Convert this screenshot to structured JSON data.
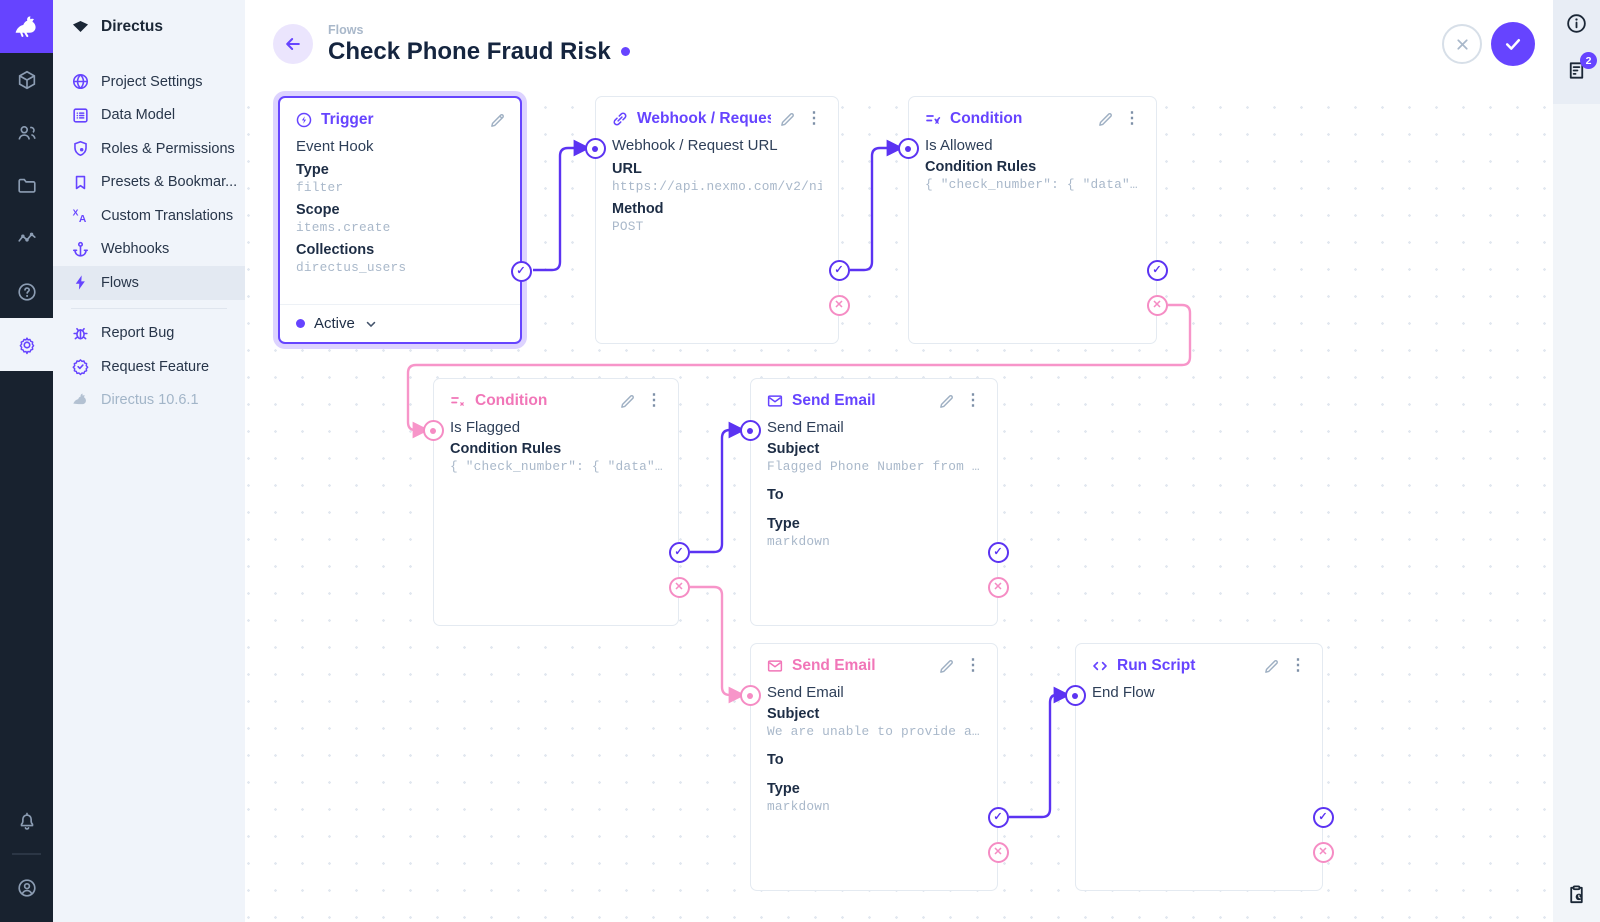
{
  "brand": {
    "name": "Directus"
  },
  "sidebar": {
    "title": "Directus",
    "items": [
      {
        "label": "Project Settings",
        "icon": "globe-icon"
      },
      {
        "label": "Data Model",
        "icon": "list-alt-icon"
      },
      {
        "label": "Roles & Permissions",
        "icon": "shield-icon"
      },
      {
        "label": "Presets & Bookmar...",
        "icon": "bookmark-icon"
      },
      {
        "label": "Custom Translations",
        "icon": "translate-icon"
      },
      {
        "label": "Webhooks",
        "icon": "anchor-icon"
      },
      {
        "label": "Flows",
        "icon": "bolt-icon",
        "active": true
      }
    ],
    "secondary": [
      {
        "label": "Report Bug",
        "icon": "bug-icon"
      },
      {
        "label": "Request Feature",
        "icon": "new-releases-icon"
      }
    ],
    "version": "Directus 10.6.1"
  },
  "header": {
    "breadcrumb": "Flows",
    "title": "Check Phone Fraud Risk"
  },
  "right_rail": {
    "notes_badge": "2"
  },
  "icons": {
    "check": "✓",
    "cross": "✕",
    "kebab": "⋮"
  },
  "flow": {
    "trigger": {
      "title": "Trigger",
      "name": "Event Hook",
      "fields": [
        {
          "label": "Type",
          "value": "filter"
        },
        {
          "label": "Scope",
          "value": "items.create"
        },
        {
          "label": "Collections",
          "value": "directus_users"
        }
      ],
      "status": "Active"
    },
    "webhook": {
      "title": "Webhook / Request U",
      "name": "Webhook / Request URL",
      "fields": [
        {
          "label": "URL",
          "value": "https://api.nexmo.com/v2/ni"
        },
        {
          "label": "Method",
          "value": "POST"
        }
      ]
    },
    "condition_allowed": {
      "title": "Condition",
      "name": "Is Allowed",
      "fields": [
        {
          "label": "Condition Rules",
          "value": "{ \"check_number\": { \"data\"…"
        }
      ]
    },
    "condition_flagged": {
      "title": "Condition",
      "name": "Is Flagged",
      "fields": [
        {
          "label": "Condition Rules",
          "value": "{ \"check_number\": { \"data\"…"
        }
      ]
    },
    "email_flagged": {
      "title": "Send Email",
      "name": "Send Email",
      "fields": [
        {
          "label": "Subject",
          "value": "Flagged Phone Number from …"
        },
        {
          "label": "To",
          "value": ""
        },
        {
          "label": "Type",
          "value": "markdown"
        }
      ]
    },
    "email_unable": {
      "title": "Send Email",
      "name": "Send Email",
      "fields": [
        {
          "label": "Subject",
          "value": "We are unable to provide a…"
        },
        {
          "label": "To",
          "value": ""
        },
        {
          "label": "Type",
          "value": "markdown"
        }
      ]
    },
    "run_script": {
      "title": "Run Script",
      "name": "End Flow",
      "fields": []
    }
  },
  "colors": {
    "accent": "#6644ff",
    "reject_pink": "#f176b8"
  }
}
